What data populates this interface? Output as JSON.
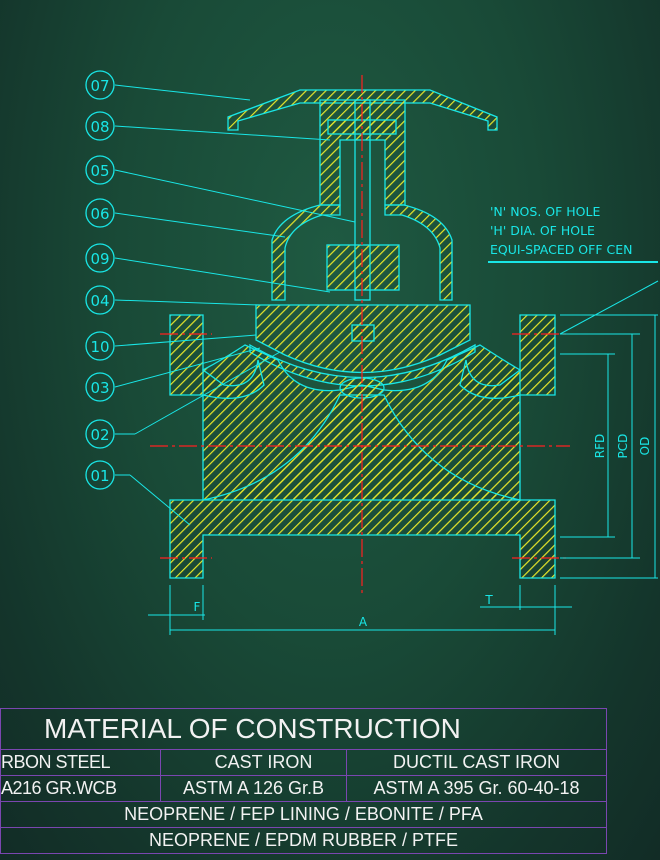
{
  "colors": {
    "line": "#19e6e6",
    "hatch": "#e6e62a",
    "centerline": "#ff2020",
    "table_border": "#7a46b0",
    "text": "#f2f2f2"
  },
  "part_labels": [
    "07",
    "08",
    "05",
    "06",
    "09",
    "04",
    "10",
    "03",
    "02",
    "01"
  ],
  "flange_note": [
    "'N' NOS. OF HOLE",
    "'H' DIA. OF HOLE",
    "EQUI-SPACED OFF CEN"
  ],
  "dimensions": {
    "rfd": "RFD",
    "pcd": "PCD",
    "od": "OD",
    "f": "F",
    "t": "T",
    "a": "A"
  },
  "table": {
    "title": "MATERIAL OF CONSTRUCTION",
    "header": [
      "RBON STEEL",
      "CAST IRON",
      "DUCTIL CAST IRON"
    ],
    "spec": [
      "A216 GR.WCB",
      "ASTM A 126 Gr.B",
      "ASTM A 395 Gr. 60-40-18"
    ],
    "lining": "NEOPRENE / FEP LINING / EBONITE / PFA",
    "diaphragm": "NEOPRENE / EPDM RUBBER / PTFE"
  }
}
